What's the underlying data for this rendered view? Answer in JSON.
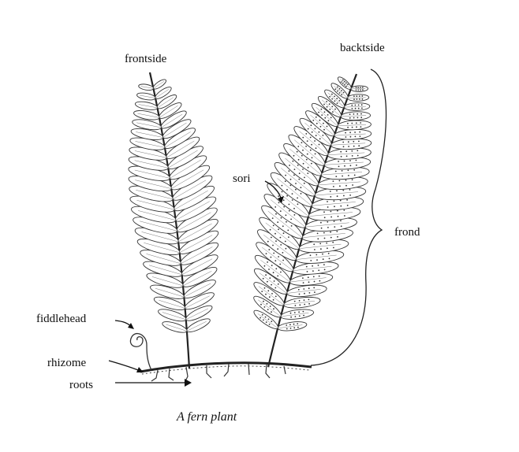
{
  "diagram": {
    "caption": "A fern plant",
    "labels": {
      "frontside": "frontside",
      "backtside": "backtside",
      "sori": "sori",
      "frond": "frond",
      "fiddlehead": "fiddlehead",
      "rhizome": "rhizome",
      "roots": "roots"
    }
  }
}
